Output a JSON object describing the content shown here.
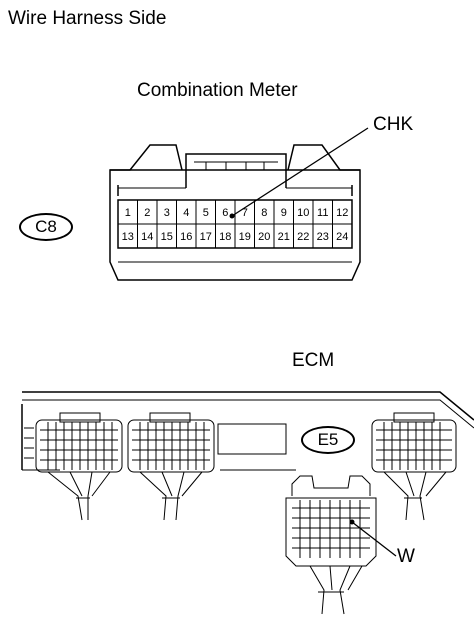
{
  "page": {
    "title": "Wire Harness Side"
  },
  "connector": {
    "title": "Combination Meter",
    "code": "C8",
    "pin_label": "CHK",
    "highlighted_pin": 6,
    "pins_row1": [
      "1",
      "2",
      "3",
      "4",
      "5",
      "6",
      "7",
      "8",
      "9",
      "10",
      "11",
      "12"
    ],
    "pins_row2": [
      "13",
      "14",
      "15",
      "16",
      "17",
      "18",
      "19",
      "20",
      "21",
      "22",
      "23",
      "24"
    ]
  },
  "ecm": {
    "title": "ECM",
    "code": "E5",
    "wire_label": "W"
  }
}
